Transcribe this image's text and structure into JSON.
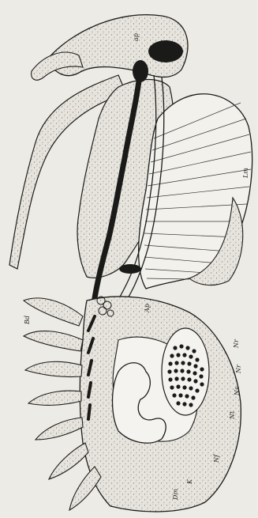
{
  "figure": {
    "colors": {
      "paper": "#ecebe6",
      "ink": "#1c1c1a",
      "tissue": "#e4e2dc",
      "lumen": "#f4f3ef"
    },
    "labels": [
      {
        "key": "lm",
        "text": "Lm"
      },
      {
        "key": "top_small",
        "text": "ap"
      },
      {
        "key": "mid_small",
        "text": "Ap"
      },
      {
        "key": "left_edge",
        "text": "Bd"
      },
      {
        "key": "n1",
        "text": "Nr"
      },
      {
        "key": "n2",
        "text": "Nr"
      },
      {
        "key": "n3",
        "text": "Ns"
      },
      {
        "key": "n4",
        "text": "Nt"
      },
      {
        "key": "n5",
        "text": "Nf"
      },
      {
        "key": "bottom_a",
        "text": "K"
      },
      {
        "key": "bottom_b",
        "text": "Dm"
      }
    ]
  }
}
